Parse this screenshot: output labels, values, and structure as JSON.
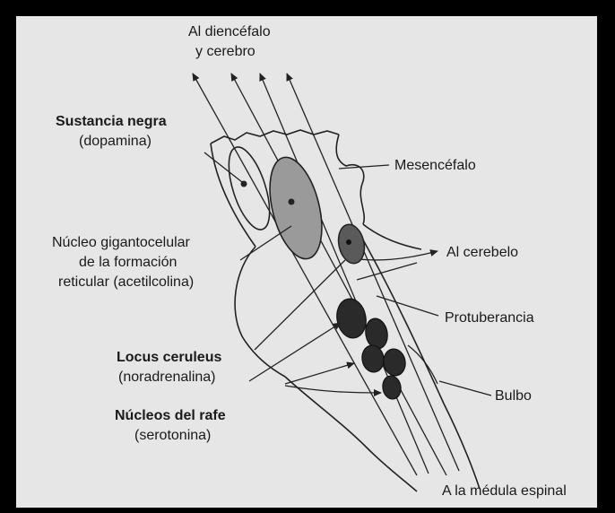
{
  "labels": {
    "top_line1": "Al diencéfalo",
    "top_line2": "y cerebro",
    "sustancia_line1": "Sustancia negra",
    "sustancia_line2": "(dopamina)",
    "mesencefalo": "Mesencéfalo",
    "gigantocelular_line1": "Núcleo gigantocelular",
    "gigantocelular_line2": "de la formación",
    "gigantocelular_line3": "reticular (acetilcolina)",
    "cerebelo": "Al cerebelo",
    "protuberancia": "Protuberancia",
    "locus_line1": "Locus ceruleus",
    "locus_line2": "(noradrenalina)",
    "rafe_line1": "Núcleos del rafe",
    "rafe_line2": "(serotonina)",
    "bulbo": "Bulbo",
    "medula": "A la médula espinal"
  },
  "colors": {
    "background": "#e6e6e6",
    "border": "#000000",
    "ink": "#222222",
    "gigantocelular_fill": "#9a9a9a",
    "locus_fill": "#5a5a5a",
    "rafe_fill": "#2a2a2a"
  }
}
